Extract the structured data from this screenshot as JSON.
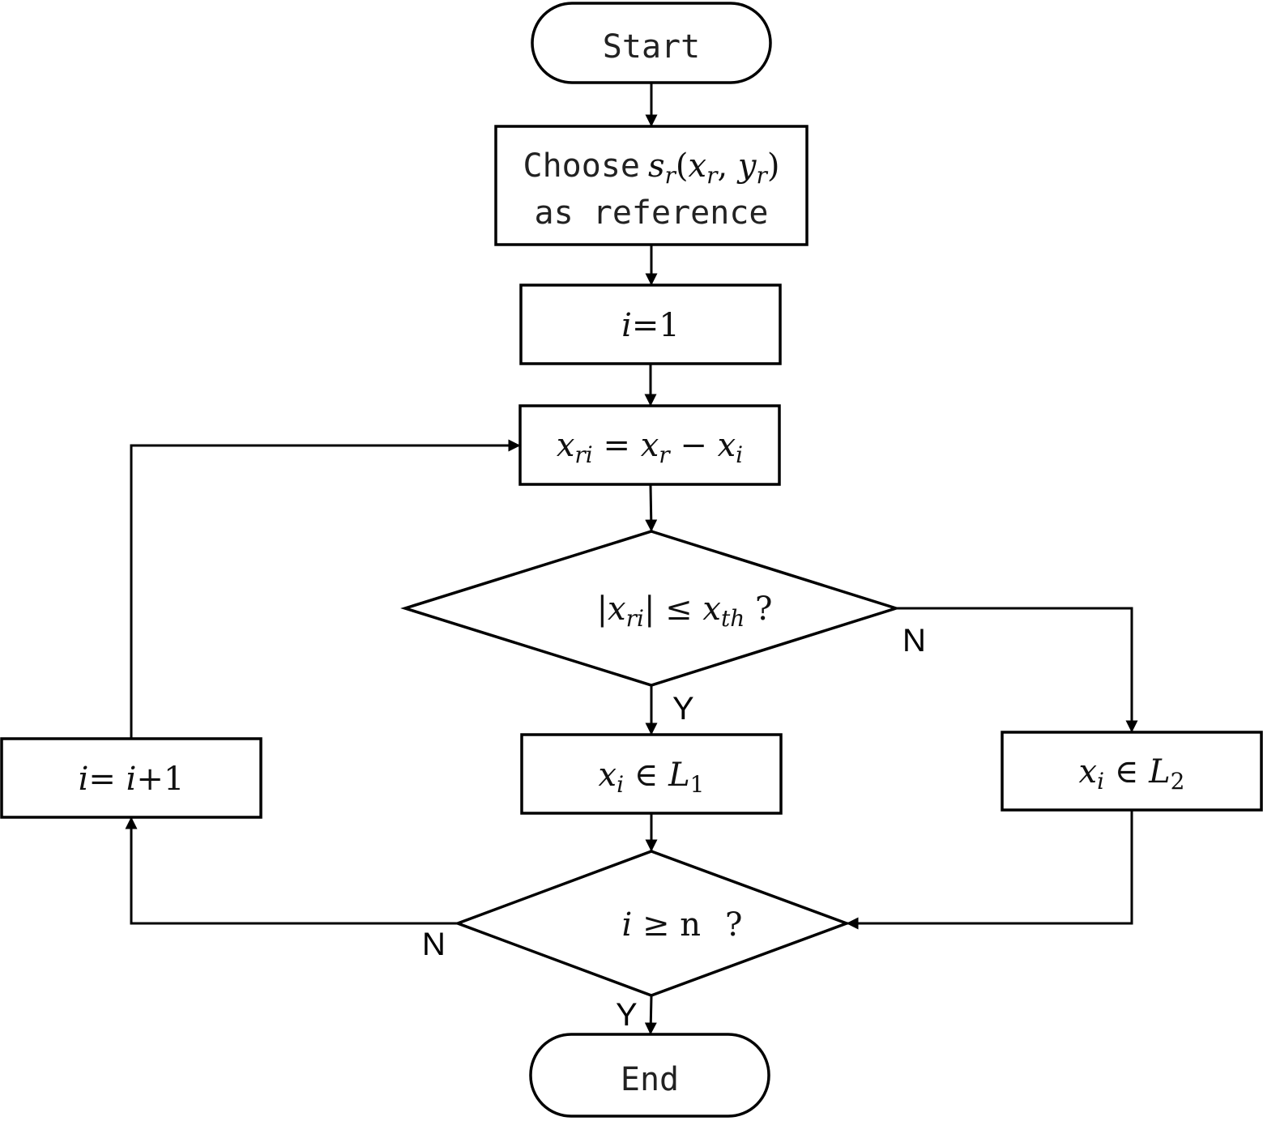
{
  "nodes": {
    "start": {
      "text": "Start"
    },
    "choose": {
      "prefix": "Choose",
      "s": "s",
      "s_sub": "r",
      "open": "(",
      "x": "x",
      "x_sub": "r",
      "comma": ", ",
      "y": "y",
      "y_sub": "r",
      "close": ")",
      "line2": "as reference"
    },
    "init": {
      "var": "i",
      "rest": "=1"
    },
    "diff": {
      "x1": "x",
      "x1_sub": "ri",
      "eq": " = ",
      "x2": "x",
      "x2_sub": "r",
      "minus": " − ",
      "x3": "x",
      "x3_sub": "i"
    },
    "cond1": {
      "bar1": "|",
      "x": "x",
      "x_sub": "ri",
      "bar2": "|",
      "le": " ≤ ",
      "xth": "x",
      "xth_sub": "th",
      "q": " ?"
    },
    "l1": {
      "x": "x",
      "x_sub": "i",
      "in": " ∈ ",
      "L": "L",
      "L_sub": "1"
    },
    "l2": {
      "x": "x",
      "x_sub": "i",
      "in": " ∈ ",
      "L": "L",
      "L_sub": "2"
    },
    "cond2": {
      "i": "i",
      "ge": " ≥ n",
      "q": "?"
    },
    "incr": {
      "i1": "i",
      "eq": "= ",
      "i2": "i",
      "plus": "+1"
    },
    "end": {
      "text": "End"
    }
  },
  "edge_labels": {
    "cond1_no": "N",
    "cond1_yes": "Y",
    "cond2_no": "N",
    "cond2_yes": "Y"
  }
}
